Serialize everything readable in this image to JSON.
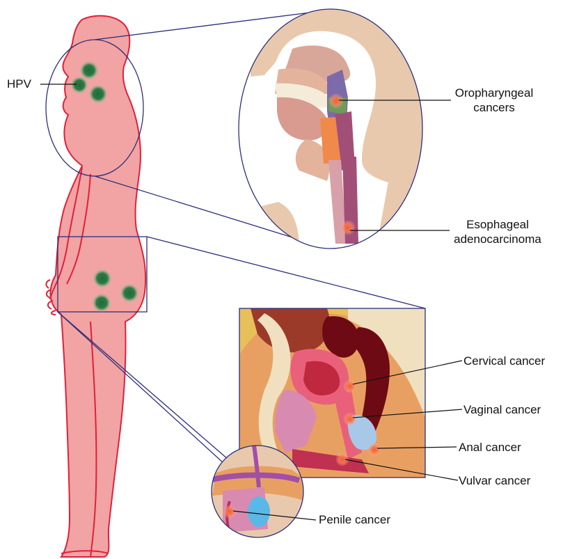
{
  "labels": {
    "hpv": "HPV",
    "oropharyngeal_line1": "Oropharyngeal",
    "oropharyngeal_line2": "cancers",
    "esophageal_line1": "Esophageal",
    "esophageal_line2": "adenocarcinoma",
    "cervical": "Cervical cancer",
    "vaginal": "Vaginal cancer",
    "anal": "Anal cancer",
    "vulvar": "Vulvar cancer",
    "penile": "Penile cancer"
  },
  "colors": {
    "body_fill": "#f2a3a3",
    "body_outline": "#e0203a",
    "frame_stroke": "#2b2f7a",
    "virus": "#1f6b3a",
    "tumor": "#f04a2a",
    "skin_head": "#e9c9ad",
    "pelvis_bg": "#e8a062",
    "rectum": "#7a0f18",
    "fat": "#e8c05a"
  },
  "icons": [
    "hpv-virus-icon",
    "tumor-marker-icon"
  ]
}
